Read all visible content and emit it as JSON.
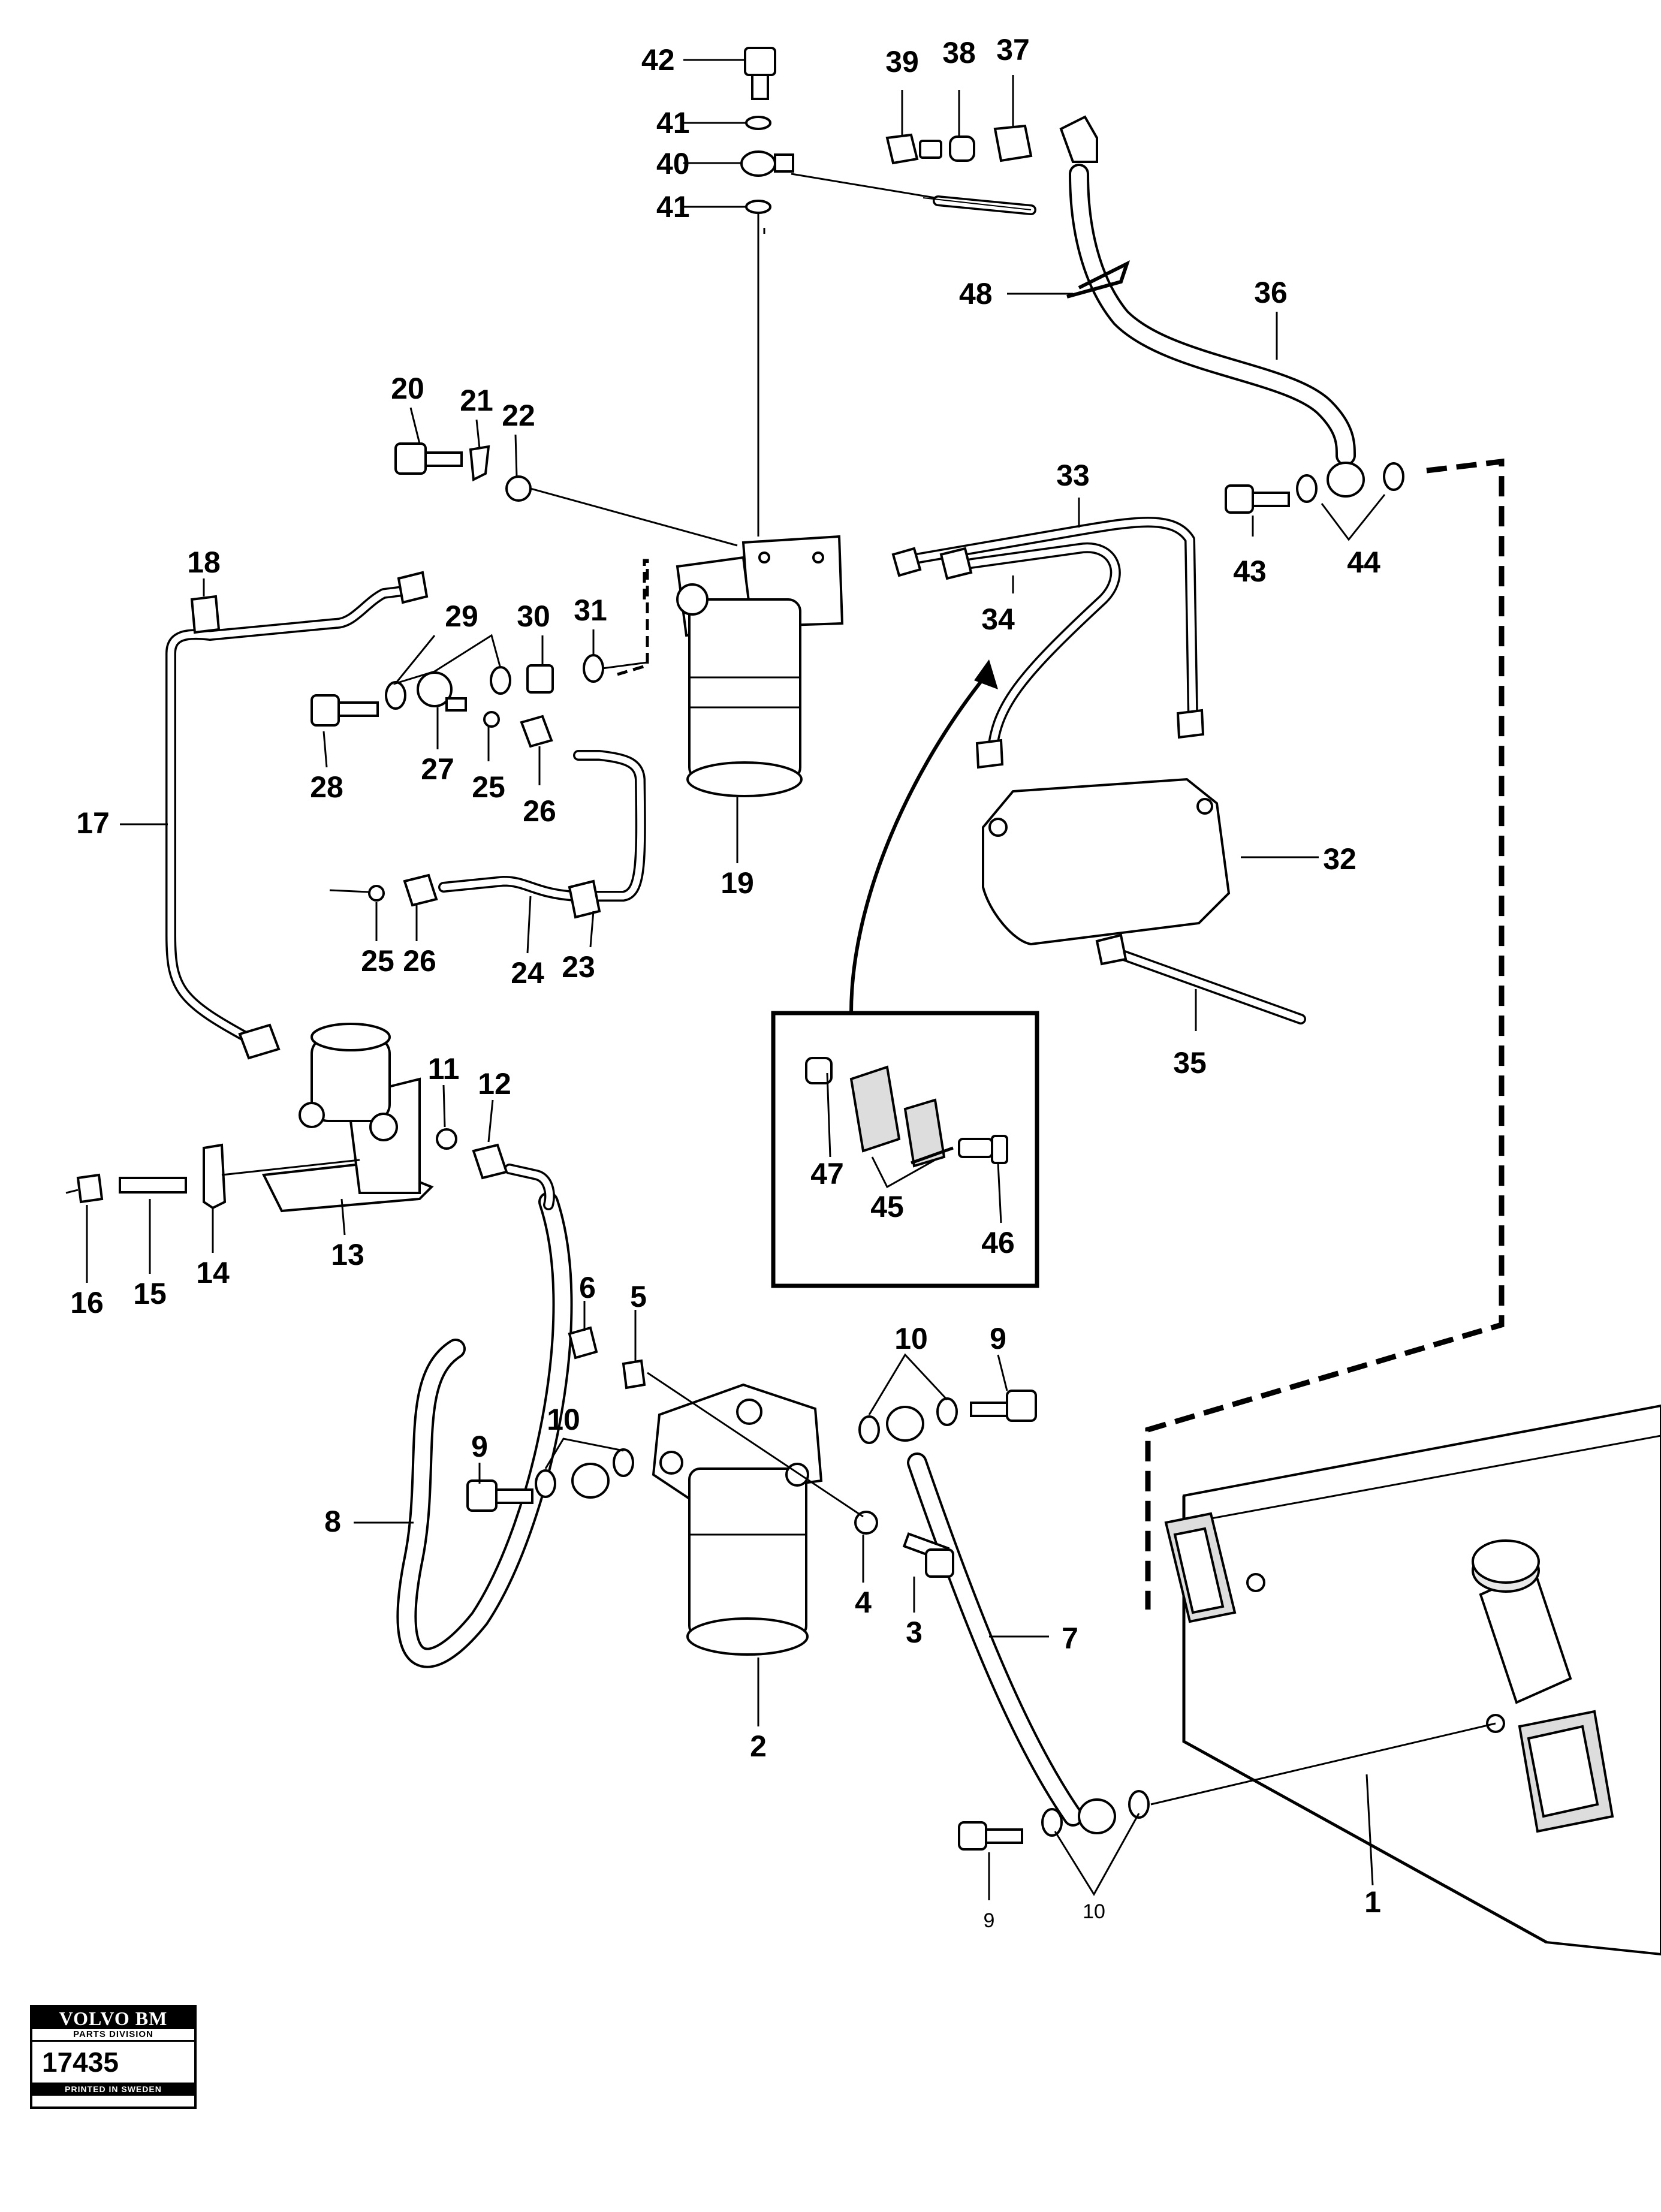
{
  "callouts": [
    "1",
    "2",
    "3",
    "4",
    "5",
    "6",
    "7",
    "8",
    "9",
    "10",
    "11",
    "12",
    "13",
    "14",
    "15",
    "16",
    "17",
    "18",
    "19",
    "20",
    "21",
    "22",
    "23",
    "24",
    "25",
    "26",
    "27",
    "28",
    "29",
    "30",
    "31",
    "32",
    "33",
    "34",
    "35",
    "36",
    "37",
    "38",
    "39",
    "40",
    "41",
    "42",
    "43",
    "44",
    "45",
    "46",
    "47",
    "48"
  ],
  "callouts_extra": {
    "lower_left_9": "9",
    "lower_left_10": "10",
    "upper_25": "25",
    "upper_26": "26",
    "lower_41": "41",
    "bottom_9": "9",
    "bottom_10": "10"
  },
  "badge": {
    "brand": "VOLVO BM",
    "division": "PARTS DIVISION",
    "number": "17435",
    "printed": "PRINTED IN SWEDEN"
  }
}
